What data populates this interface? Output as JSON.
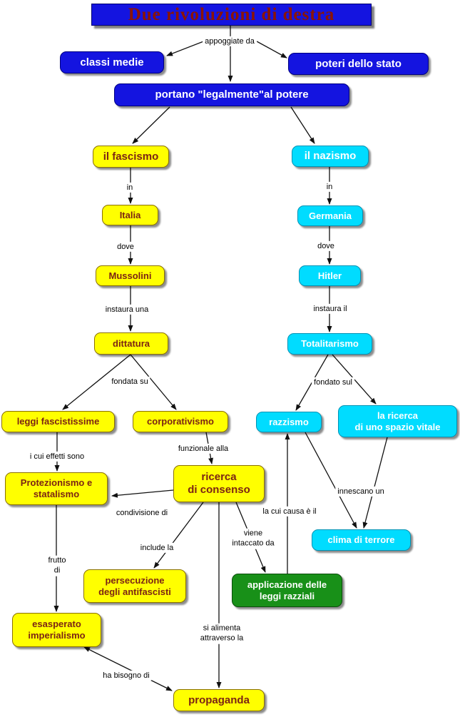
{
  "title": "Due rivoluzioni di destra",
  "colors": {
    "blue": "#1414e0",
    "cyan": "#00dcff",
    "yellow": "#ffff00",
    "green": "#189018",
    "title-text": "#8b1400",
    "yellow-text": "#7b2414",
    "line": "#111111"
  },
  "nodes": {
    "classi_medie": "classi medie",
    "poteri_stato": "poteri dello stato",
    "portano": "portano \"legalmente\"al potere",
    "il_fascismo": "il fascismo",
    "il_nazismo": "il nazismo",
    "italia": "Italia",
    "germania": "Germania",
    "mussolini": "Mussolini",
    "hitler": "Hitler",
    "dittatura": "dittatura",
    "totalitarismo": "Totalitarismo",
    "leggi_fascistissime": "leggi fascistissime",
    "corporativismo": "corporativismo",
    "razzismo": "razzismo",
    "spazio_vitale": "la ricerca\ndi uno spazio vitale",
    "protezionismo": "Protezionismo e\nstatalismo",
    "ricerca_consenso": "ricerca\ndi consenso",
    "clima_terrore": "clima di terrore",
    "persecuzione": "persecuzione\ndegli antifascisti",
    "applicazione": "applicazione delle\nleggi razziali",
    "esasperato": "esasperato\nimperialismo",
    "propaganda": "propaganda"
  },
  "links": {
    "appoggiate_da": "appoggiate da",
    "in_left": "in",
    "in_right": "in",
    "dove_left": "dove",
    "dove_right": "dove",
    "instaura_una": "instaura una",
    "instaura_il": "instaura il",
    "fondata_su": "fondata su",
    "fondato_sul": "fondato sul",
    "i_cui_effetti": "i cui effetti sono",
    "funzionale_alla": "funzionale alla",
    "condivisione_di": "condivisione di",
    "la_cui_causa": "la cui causa è il",
    "innescano_un": "innescano un",
    "include_la": "include la",
    "viene_intaccato": "viene\nintaccato da",
    "frutto_di": "frutto\ndi",
    "si_alimenta": "si alimenta\nattraverso la",
    "ha_bisogno": "ha bisogno di"
  }
}
